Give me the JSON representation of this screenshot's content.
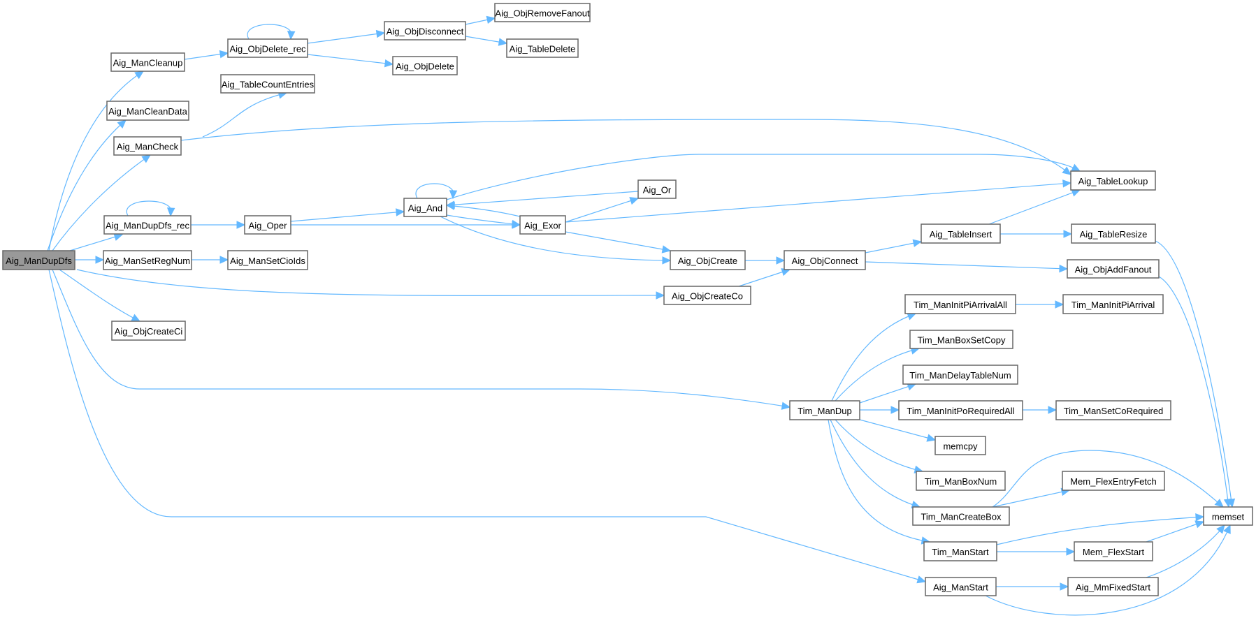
{
  "graph": {
    "title": "Aig_ManDupDfs call graph",
    "root": "Aig_ManDupDfs",
    "colors": {
      "edge": "#63b8ff",
      "node_border": "#666666",
      "root_fill": "#999999",
      "node_fill": "#ffffff"
    },
    "nodes": [
      {
        "id": "Aig_ManDupDfs",
        "label": "Aig_ManDupDfs",
        "root": true
      },
      {
        "id": "Aig_ManCleanup",
        "label": "Aig_ManCleanup"
      },
      {
        "id": "Aig_ManCleanData",
        "label": "Aig_ManCleanData"
      },
      {
        "id": "Aig_ManCheck",
        "label": "Aig_ManCheck"
      },
      {
        "id": "Aig_ManDupDfs_rec",
        "label": "Aig_ManDupDfs_rec"
      },
      {
        "id": "Aig_ManSetRegNum",
        "label": "Aig_ManSetRegNum"
      },
      {
        "id": "Aig_ObjCreateCi",
        "label": "Aig_ObjCreateCi"
      },
      {
        "id": "Aig_ObjDelete_rec",
        "label": "Aig_ObjDelete_rec"
      },
      {
        "id": "Aig_TableCountEntries",
        "label": "Aig_TableCountEntries"
      },
      {
        "id": "Aig_Oper",
        "label": "Aig_Oper"
      },
      {
        "id": "Aig_ManSetCioIds",
        "label": "Aig_ManSetCioIds"
      },
      {
        "id": "Aig_ObjDisconnect",
        "label": "Aig_ObjDisconnect"
      },
      {
        "id": "Aig_ObjDelete",
        "label": "Aig_ObjDelete"
      },
      {
        "id": "Aig_ObjRemoveFanout",
        "label": "Aig_ObjRemoveFanout"
      },
      {
        "id": "Aig_TableDelete",
        "label": "Aig_TableDelete"
      },
      {
        "id": "Aig_And",
        "label": "Aig_And"
      },
      {
        "id": "Aig_Exor",
        "label": "Aig_Exor"
      },
      {
        "id": "Aig_Or",
        "label": "Aig_Or"
      },
      {
        "id": "Aig_ObjCreate",
        "label": "Aig_ObjCreate"
      },
      {
        "id": "Aig_ObjCreateCo",
        "label": "Aig_ObjCreateCo"
      },
      {
        "id": "Aig_ObjConnect",
        "label": "Aig_ObjConnect"
      },
      {
        "id": "Aig_TableInsert",
        "label": "Aig_TableInsert"
      },
      {
        "id": "Aig_TableLookup",
        "label": "Aig_TableLookup"
      },
      {
        "id": "Aig_TableResize",
        "label": "Aig_TableResize"
      },
      {
        "id": "Aig_ObjAddFanout",
        "label": "Aig_ObjAddFanout"
      },
      {
        "id": "Tim_ManDup",
        "label": "Tim_ManDup"
      },
      {
        "id": "Tim_ManInitPiArrivalAll",
        "label": "Tim_ManInitPiArrivalAll"
      },
      {
        "id": "Tim_ManInitPiArrival",
        "label": "Tim_ManInitPiArrival"
      },
      {
        "id": "Tim_ManBoxSetCopy",
        "label": "Tim_ManBoxSetCopy"
      },
      {
        "id": "Tim_ManDelayTableNum",
        "label": "Tim_ManDelayTableNum"
      },
      {
        "id": "Tim_ManInitPoRequiredAll",
        "label": "Tim_ManInitPoRequiredAll"
      },
      {
        "id": "Tim_ManSetCoRequired",
        "label": "Tim_ManSetCoRequired"
      },
      {
        "id": "memcpy",
        "label": "memcpy"
      },
      {
        "id": "Tim_ManBoxNum",
        "label": "Tim_ManBoxNum"
      },
      {
        "id": "Tim_ManCreateBox",
        "label": "Tim_ManCreateBox"
      },
      {
        "id": "Mem_FlexEntryFetch",
        "label": "Mem_FlexEntryFetch"
      },
      {
        "id": "memset",
        "label": "memset"
      },
      {
        "id": "Tim_ManStart",
        "label": "Tim_ManStart"
      },
      {
        "id": "Mem_FlexStart",
        "label": "Mem_FlexStart"
      },
      {
        "id": "Aig_ManStart",
        "label": "Aig_ManStart"
      },
      {
        "id": "Aig_MmFixedStart",
        "label": "Aig_MmFixedStart"
      }
    ],
    "edges": [
      {
        "from": "Aig_ManDupDfs",
        "to": "Aig_ManCleanup"
      },
      {
        "from": "Aig_ManDupDfs",
        "to": "Aig_ManCleanData"
      },
      {
        "from": "Aig_ManDupDfs",
        "to": "Aig_ManCheck"
      },
      {
        "from": "Aig_ManDupDfs",
        "to": "Aig_ManDupDfs_rec"
      },
      {
        "from": "Aig_ManDupDfs",
        "to": "Aig_ManSetRegNum"
      },
      {
        "from": "Aig_ManDupDfs",
        "to": "Aig_ObjCreateCi"
      },
      {
        "from": "Aig_ManDupDfs",
        "to": "Aig_ObjCreateCo"
      },
      {
        "from": "Aig_ManDupDfs",
        "to": "Tim_ManDup"
      },
      {
        "from": "Aig_ManDupDfs",
        "to": "Aig_ManStart"
      },
      {
        "from": "Aig_ManCleanup",
        "to": "Aig_ObjDelete_rec"
      },
      {
        "from": "Aig_ObjDelete_rec",
        "to": "Aig_ObjDelete_rec"
      },
      {
        "from": "Aig_ObjDelete_rec",
        "to": "Aig_ObjDisconnect"
      },
      {
        "from": "Aig_ObjDelete_rec",
        "to": "Aig_ObjDelete"
      },
      {
        "from": "Aig_ObjDisconnect",
        "to": "Aig_ObjRemoveFanout"
      },
      {
        "from": "Aig_ObjDisconnect",
        "to": "Aig_TableDelete"
      },
      {
        "from": "Aig_ManCheck",
        "to": "Aig_TableCountEntries"
      },
      {
        "from": "Aig_ManCheck",
        "to": "Aig_TableLookup"
      },
      {
        "from": "Aig_ManDupDfs_rec",
        "to": "Aig_ManDupDfs_rec"
      },
      {
        "from": "Aig_ManDupDfs_rec",
        "to": "Aig_Oper"
      },
      {
        "from": "Aig_ManSetRegNum",
        "to": "Aig_ManSetCioIds"
      },
      {
        "from": "Aig_Oper",
        "to": "Aig_And"
      },
      {
        "from": "Aig_Oper",
        "to": "Aig_Exor"
      },
      {
        "from": "Aig_And",
        "to": "Aig_And"
      },
      {
        "from": "Aig_And",
        "to": "Aig_TableLookup"
      },
      {
        "from": "Aig_And",
        "to": "Aig_Exor"
      },
      {
        "from": "Aig_And",
        "to": "Aig_ObjCreate"
      },
      {
        "from": "Aig_Or",
        "to": "Aig_And"
      },
      {
        "from": "Aig_Exor",
        "to": "Aig_And"
      },
      {
        "from": "Aig_Exor",
        "to": "Aig_Or"
      },
      {
        "from": "Aig_Exor",
        "to": "Aig_TableLookup"
      },
      {
        "from": "Aig_Exor",
        "to": "Aig_ObjCreate"
      },
      {
        "from": "Aig_ObjCreate",
        "to": "Aig_ObjConnect"
      },
      {
        "from": "Aig_ObjCreateCo",
        "to": "Aig_ObjConnect"
      },
      {
        "from": "Aig_ObjConnect",
        "to": "Aig_TableInsert"
      },
      {
        "from": "Aig_ObjConnect",
        "to": "Aig_ObjAddFanout"
      },
      {
        "from": "Aig_TableInsert",
        "to": "Aig_TableLookup"
      },
      {
        "from": "Aig_TableInsert",
        "to": "Aig_TableResize"
      },
      {
        "from": "Aig_TableResize",
        "to": "memset"
      },
      {
        "from": "Aig_ObjAddFanout",
        "to": "memset"
      },
      {
        "from": "Tim_ManDup",
        "to": "Tim_ManInitPiArrivalAll"
      },
      {
        "from": "Tim_ManDup",
        "to": "Tim_ManBoxSetCopy"
      },
      {
        "from": "Tim_ManDup",
        "to": "Tim_ManDelayTableNum"
      },
      {
        "from": "Tim_ManDup",
        "to": "Tim_ManInitPoRequiredAll"
      },
      {
        "from": "Tim_ManDup",
        "to": "memcpy"
      },
      {
        "from": "Tim_ManDup",
        "to": "Tim_ManBoxNum"
      },
      {
        "from": "Tim_ManDup",
        "to": "Tim_ManCreateBox"
      },
      {
        "from": "Tim_ManDup",
        "to": "Tim_ManStart"
      },
      {
        "from": "Tim_ManInitPiArrivalAll",
        "to": "Tim_ManInitPiArrival"
      },
      {
        "from": "Tim_ManInitPoRequiredAll",
        "to": "Tim_ManSetCoRequired"
      },
      {
        "from": "Tim_ManCreateBox",
        "to": "Mem_FlexEntryFetch"
      },
      {
        "from": "Tim_ManCreateBox",
        "to": "memset"
      },
      {
        "from": "Tim_ManStart",
        "to": "memset"
      },
      {
        "from": "Tim_ManStart",
        "to": "Mem_FlexStart"
      },
      {
        "from": "Mem_FlexStart",
        "to": "memset"
      },
      {
        "from": "Aig_ManStart",
        "to": "Aig_MmFixedStart"
      },
      {
        "from": "Aig_ManStart",
        "to": "memset"
      },
      {
        "from": "Aig_MmFixedStart",
        "to": "memset"
      }
    ]
  }
}
